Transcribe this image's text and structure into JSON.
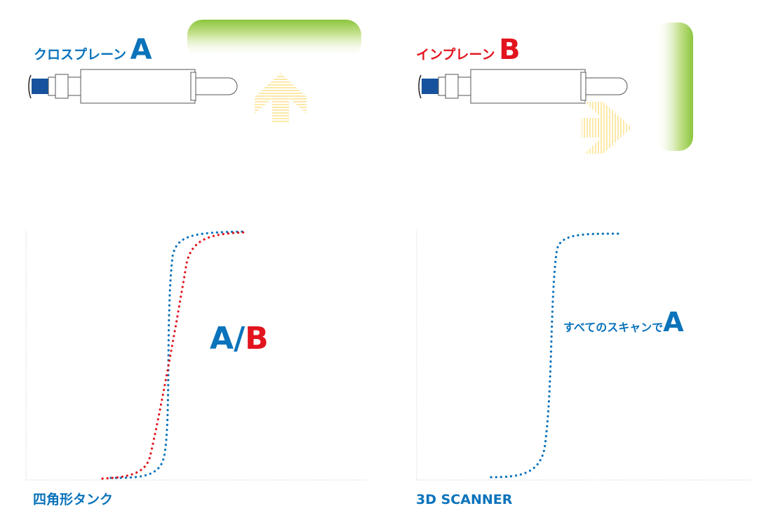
{
  "diagrams": {
    "cross_plane": {
      "label": "クロスプレーン",
      "letter": "A"
    },
    "in_plane": {
      "label": "インプレーン",
      "letter": "B"
    }
  },
  "charts": {
    "left": {
      "caption": "四角形タンク",
      "annotation": {
        "a": "A",
        "sep": "/",
        "b": "B"
      }
    },
    "right": {
      "caption": "3D SCANNER",
      "annotation": {
        "text": "すべてのスキャンで",
        "letter": "A"
      }
    }
  },
  "colors": {
    "blue": "#0a73bb",
    "red": "#e2141e",
    "green": "#8cc63f",
    "arrow": "#fde9a8"
  },
  "chart_data": [
    {
      "type": "line",
      "title": "四角形タンク",
      "xlabel": "",
      "ylabel": "",
      "series": [
        {
          "values_description": "",
          "curve": "A"
        },
        {
          "values_description": "",
          "curve": "B"
        }
      ],
      "legend": [
        "A",
        "B"
      ]
    },
    {
      "type": "line",
      "title": "3D SCANNER",
      "xlabel": "",
      "ylabel": "",
      "series": [
        {
          "curve": "A"
        }
      ],
      "legend": [
        "A"
      ]
    }
  ]
}
